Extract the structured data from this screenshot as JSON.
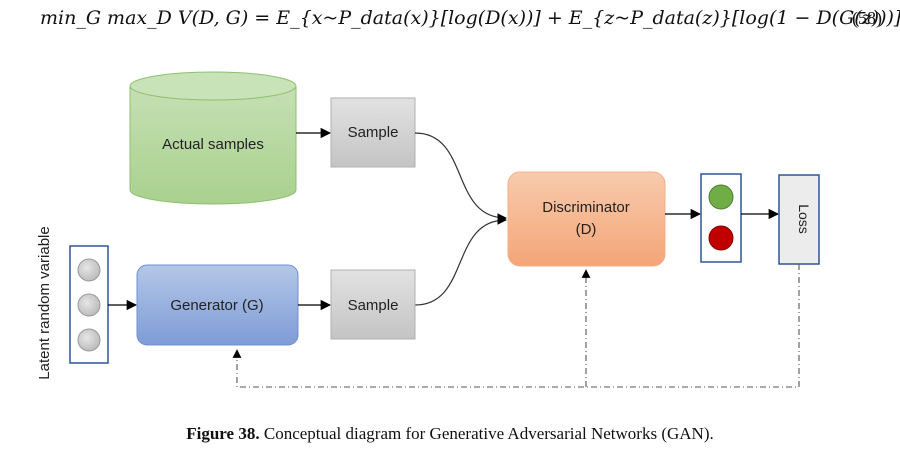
{
  "equation": {
    "text": "min_G max_D V(D, G) = E_{x~P_data(x)}[log(D(x))] + E_{z~P_data(z)}[log(1 − D(G(z)))].",
    "number": "(58)"
  },
  "diagram": {
    "actual_samples": "Actual samples",
    "sample_top": "Sample",
    "sample_bottom": "Sample",
    "generator": "Generator (G)",
    "discriminator_line1": "Discriminator",
    "discriminator_line2": "(D)",
    "loss": "Loss",
    "latent": "Latent random variable",
    "colors": {
      "cylinder": "#a9d18e",
      "generator": "#8faadc",
      "discriminator": "#f4b183",
      "sample": "#d0d0d0",
      "real": "#70ad47",
      "fake": "#c00000",
      "frame": "#2e5597"
    }
  },
  "caption": {
    "label": "Figure 38.",
    "text": " Conceptual diagram for Generative Adversarial Networks (GAN)."
  }
}
